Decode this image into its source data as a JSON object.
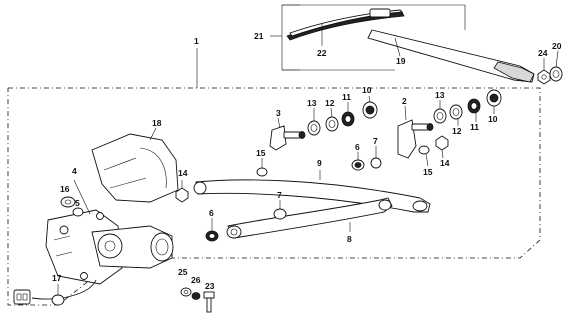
{
  "diagram": {
    "labels": {
      "n1": "1",
      "n2": "2",
      "n3": "3",
      "n4": "4",
      "n5": "5",
      "n6a": "6",
      "n6b": "6",
      "n7a": "7",
      "n7b": "7",
      "n8": "8",
      "n9": "9",
      "n10a": "10",
      "n10b": "10",
      "n11a": "11",
      "n11b": "11",
      "n12a": "12",
      "n12b": "12",
      "n13a": "13",
      "n13b": "13",
      "n14a": "14",
      "n14b": "14",
      "n15a": "15",
      "n15b": "15",
      "n16": "16",
      "n17": "17",
      "n18": "18",
      "n19": "19",
      "n20": "20",
      "n21": "21",
      "n22": "22",
      "n23": "23",
      "n24": "24",
      "n25": "25",
      "n26": "26"
    },
    "colors": {
      "ink": "#111111",
      "background": "#ffffff"
    }
  }
}
